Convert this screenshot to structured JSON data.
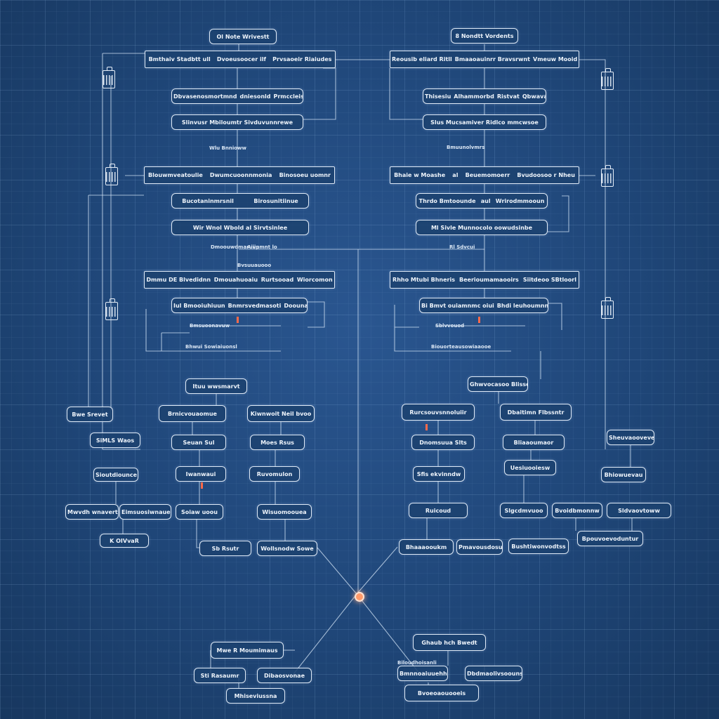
{
  "diagram": {
    "boxes": [
      {
        "id": "top-left-title",
        "texts": [
          "Ol Note Wrivestt"
        ]
      },
      {
        "id": "top-right-title",
        "texts": [
          "8 Nondtt Vordents"
        ]
      },
      {
        "id": "l1-bar",
        "texts": [
          "Bmthaiv Stadbtt ull",
          "Dvoeusoocer ilf",
          "Prvsaoeir Riaiudes"
        ]
      },
      {
        "id": "r1-bar",
        "texts": [
          "Reousib eliard Ritll",
          "Bmaaoauinrr Bravsrwnt",
          "Vmeuw Mooid aunlow"
        ]
      },
      {
        "id": "l1-a",
        "texts": [
          "Dbvasenosmortmnd",
          "dniesonld",
          "Prmccleiss"
        ]
      },
      {
        "id": "l1-b",
        "texts": [
          "Slinvusr Mbiloumtr Sivduvunnrewe"
        ]
      },
      {
        "id": "r1-a",
        "texts": [
          "Thisesiu",
          "Alhammorbd",
          "Ristvat",
          "Qbwavaco"
        ]
      },
      {
        "id": "r1-b",
        "texts": [
          "Slus Mucsamiver Ridlco mmcwsoe"
        ]
      },
      {
        "id": "l2-bar",
        "texts": [
          "Blouwmveatoulie",
          "Dwumcuoonnmonia",
          "Binosoeu uomnr"
        ]
      },
      {
        "id": "r2-bar",
        "texts": [
          "Bhaie w Moashe",
          "al",
          "Beuemomoerr",
          "Bvudoosoo r Nheu"
        ]
      },
      {
        "id": "l2-a",
        "texts": [
          "Bucotaninmrsnil",
          "Birosunitiinue"
        ]
      },
      {
        "id": "l2-b",
        "texts": [
          "Wir Wnol Wbold al Sirvtsinlee"
        ]
      },
      {
        "id": "r2-a",
        "texts": [
          "Thrdo Bmtoounde",
          "aul",
          "Wrirodmmooun"
        ]
      },
      {
        "id": "r2-b",
        "texts": [
          "Ml Sivle Munnocolo oowudsinbe"
        ]
      },
      {
        "id": "l3-bar",
        "texts": [
          "Dmmu DE Blvedidnn",
          "Dmouahuoaiu",
          "Rurtsooad",
          "Wiorcomon"
        ]
      },
      {
        "id": "r3-bar",
        "texts": [
          "Rhho Mtubi Bhneris",
          "Beerioumamaooirs",
          "Siitdeoo SBtloorl"
        ]
      },
      {
        "id": "l3-a",
        "texts": [
          "Iul Bmooiuhiuun",
          "Bnmrsvedmasoti",
          "Doounarisiic"
        ]
      },
      {
        "id": "r3-a",
        "texts": [
          "Bi Bmvt ouiamnmc oiui",
          "Bhdi leuhoumnnamrnrroe"
        ]
      },
      {
        "id": "l-small-left",
        "texts": [
          "Bwe Srevet"
        ]
      },
      {
        "id": "l-small-left2",
        "texts": [
          "SiMLS Waos"
        ]
      },
      {
        "id": "l4-top",
        "texts": [
          "Ituu wwsmarvt"
        ]
      },
      {
        "id": "l4-a",
        "texts": [
          "Brnicvouaomue"
        ]
      },
      {
        "id": "l4-b",
        "texts": [
          "Kiwnwoit Neil bvoo"
        ]
      },
      {
        "id": "l4-c",
        "texts": [
          "Seuan Sul"
        ]
      },
      {
        "id": "l4-d",
        "texts": [
          "Moes Rsus"
        ]
      },
      {
        "id": "l4-e",
        "texts": [
          "Iwanwaui"
        ]
      },
      {
        "id": "l4-f",
        "texts": [
          "Ruvomulon"
        ]
      },
      {
        "id": "l4-g",
        "texts": [
          "Soiaw uoou"
        ]
      },
      {
        "id": "l4-h",
        "texts": [
          "Wisuomoouea"
        ]
      },
      {
        "id": "l4-i",
        "texts": [
          "Sb Rsutr"
        ]
      },
      {
        "id": "l4-j",
        "texts": [
          "Wollsnodw Sowe"
        ]
      },
      {
        "id": "ll-a",
        "texts": [
          "Sioutdiounce"
        ]
      },
      {
        "id": "ll-b",
        "texts": [
          "Mwvdh wnavert"
        ]
      },
      {
        "id": "ll-c",
        "texts": [
          "Eimsuosiwnaue"
        ]
      },
      {
        "id": "ll-d",
        "texts": [
          "K OIVvaR"
        ]
      },
      {
        "id": "r4-top",
        "texts": [
          "Ghwvocasoo Blisse"
        ]
      },
      {
        "id": "r4-a",
        "texts": [
          "Rurcsouvsnnoluiir"
        ]
      },
      {
        "id": "r4-b",
        "texts": [
          "Dbaitimn Flbssntr"
        ]
      },
      {
        "id": "r4-c",
        "texts": [
          "Dnomsuua Slts"
        ]
      },
      {
        "id": "r4-d",
        "texts": [
          "Bliaaoumaor"
        ]
      },
      {
        "id": "r4-e",
        "texts": [
          "Sfis ekvinndw"
        ]
      },
      {
        "id": "r4-f",
        "texts": [
          "Uesiuooiesw"
        ]
      },
      {
        "id": "r4-g",
        "texts": [
          "Ruicoud"
        ]
      },
      {
        "id": "r4-h",
        "texts": [
          "Slgcdmvuoo"
        ]
      },
      {
        "id": "r4-i",
        "texts": [
          "Bvoidbmonnw"
        ]
      },
      {
        "id": "r4-j",
        "texts": [
          "Sldvaovtoww"
        ]
      },
      {
        "id": "r4-k",
        "texts": [
          "Bhaaaooukm"
        ]
      },
      {
        "id": "r4-l",
        "texts": [
          "Pmavousdosuoiw"
        ]
      },
      {
        "id": "rr-a",
        "texts": [
          "Sheuvaooveve"
        ]
      },
      {
        "id": "rr-b",
        "texts": [
          "Bhiowuevau"
        ]
      },
      {
        "id": "rr-c",
        "texts": [
          "Bushtiwonvodtss"
        ]
      },
      {
        "id": "rr-d",
        "texts": [
          "Bpouvoevoduntur"
        ]
      },
      {
        "id": "bl-top",
        "texts": [
          "Mwe R Moumimaus"
        ]
      },
      {
        "id": "bl-a",
        "texts": [
          "Sti Rasaumr"
        ]
      },
      {
        "id": "bl-b",
        "texts": [
          "Dibaosvonae"
        ]
      },
      {
        "id": "bl-c",
        "texts": [
          "Mhiseviussna"
        ]
      },
      {
        "id": "br-top",
        "texts": [
          "Ghaub hch Bwedt"
        ]
      },
      {
        "id": "br-a",
        "texts": [
          "Bmnnoaiuuehhurmu"
        ]
      },
      {
        "id": "br-b",
        "texts": [
          "Dbdmaolivsoouns"
        ]
      },
      {
        "id": "br-c",
        "texts": [
          "Bvoeoaouooeis"
        ]
      }
    ],
    "labels": [
      {
        "id": "lbl-1",
        "text": "Wlu Bnnioww"
      },
      {
        "id": "lbl-2",
        "text": "Aivpmnt lo"
      },
      {
        "id": "lbl-3",
        "text": "Dmoouwdmaruiin"
      },
      {
        "id": "lbl-4",
        "text": "Bmuunolvmrs"
      },
      {
        "id": "lbl-5",
        "text": "Rl Sdvcui"
      },
      {
        "id": "lbl-6",
        "text": "Bvsuuauooo"
      },
      {
        "id": "lbl-7",
        "text": "Bmsuoonavuw"
      },
      {
        "id": "lbl-8",
        "text": "Bhwui Sowiaiuonsl"
      },
      {
        "id": "lbl-9",
        "text": "Sblvvouod"
      },
      {
        "id": "lbl-10",
        "text": "Biouorteausowiaaooe"
      },
      {
        "id": "lbl-11",
        "text": "Biloudhoisanli"
      }
    ]
  }
}
